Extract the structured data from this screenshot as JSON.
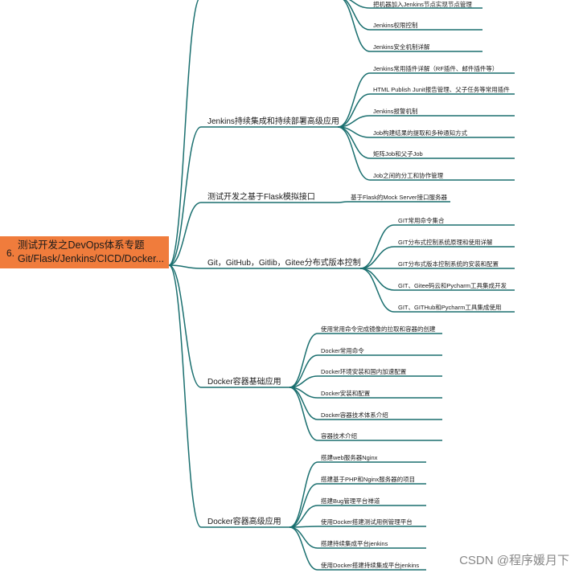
{
  "root": {
    "number": "6.",
    "line1": "测试开发之DevOps体系专题",
    "line2": "Git/Flask/Jenkins/CICD/Docker..."
  },
  "branches": [
    {
      "label": "",
      "children": [
        "把机器加入Jenkins节点实现节点管理",
        "Jenkins权限控制",
        "Jenkins安全机制详解"
      ]
    },
    {
      "label": "Jenkins持续集成和持续部署高级应用",
      "children": [
        "Jenkins常用插件详解（RF插件、邮件插件等）",
        "HTML Publish Junit报告管理、父子任务等常用插件",
        "Jenkins报警机制",
        "Job构建结果的提取和多种通知方式",
        "矩阵Job和父子Job",
        "Job之间的分工和协作管理"
      ]
    },
    {
      "label": "测试开发之基于Flask模拟接口",
      "children": [
        "基于Flask的Mock Server接口服务器"
      ]
    },
    {
      "label": "Git，GitHub，Gitlib，Gitee分布式版本控制",
      "children": [
        "GIT常用命令集合",
        "GIT分布式控制系统原理和使用详解",
        "GIT分布式版本控制系统的安装和配置",
        "GIT、Gitee码云和Pycharm工具集成开发",
        "GIT、GITHub和Pycharm工具集成使用"
      ]
    },
    {
      "label": "Docker容器基础应用",
      "children": [
        "使用常用命令完成镜像的拉取和容器的创建",
        "Docker常用命令",
        "Docker环境安装和国内加速配置",
        "Docker安装和配置",
        "Docker容器技术体系介绍",
        "容器技术介绍"
      ]
    },
    {
      "label": "Docker容器高级应用",
      "children": [
        "搭建web服务器Nginx",
        "搭建基于PHP和Nginx服务器的项目",
        "搭建Bug管理平台禅道",
        "使用Docker搭建测试用例管理平台",
        "搭建持续集成平台jenkins",
        "使用Docker搭建持续集成平台jenkins"
      ]
    }
  ],
  "watermark": "CSDN @程序媛月下",
  "colors": {
    "line": "#1a6f6f",
    "root_bg": "#f07c3c"
  }
}
